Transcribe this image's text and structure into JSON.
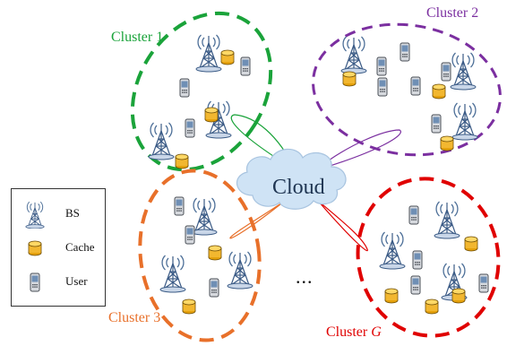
{
  "clusters": [
    {
      "label": "Cluster 1",
      "color": "#1aa33a"
    },
    {
      "label": "Cluster 2",
      "color": "#7b2fa0"
    },
    {
      "label": "Cluster 3",
      "color": "#e8702a"
    },
    {
      "label_prefix": "Cluster ",
      "label_italic": "G",
      "color": "#e00000"
    }
  ],
  "cloud": {
    "label": "Cloud"
  },
  "legend": {
    "bs": "BS",
    "cache": "Cache",
    "user": "User"
  },
  "ellipsis": "..."
}
